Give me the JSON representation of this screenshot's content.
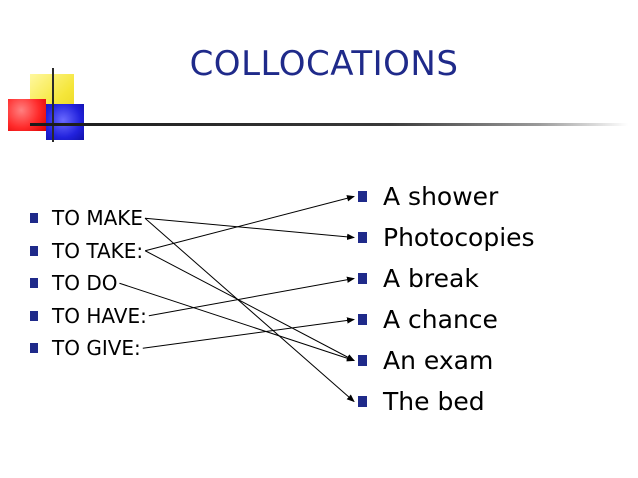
{
  "title": "COLLOCATIONS",
  "left_items": [
    "TO MAKE",
    "TO TAKE:",
    "TO DO",
    "TO HAVE:",
    "TO GIVE:"
  ],
  "right_items": [
    "A shower",
    "Photocopies",
    "A break",
    "A chance",
    "An exam",
    "The bed"
  ],
  "connections": [
    {
      "from": "TO MAKE",
      "to": "Photocopies"
    },
    {
      "from": "TO MAKE",
      "to": "The bed"
    },
    {
      "from": "TO TAKE:",
      "to": "A shower"
    },
    {
      "from": "TO TAKE:",
      "to": "An exam"
    },
    {
      "from": "TO DO",
      "to": "An exam"
    },
    {
      "from": "TO HAVE:",
      "to": "A break"
    },
    {
      "from": "TO GIVE:",
      "to": "A chance"
    }
  ],
  "colors": {
    "title": "#1f2a8a",
    "bullet": "#1f2a8a",
    "line": "#000000"
  },
  "icons": {
    "bullet": "square-bullet-icon",
    "logo": "colored-squares-logo"
  }
}
